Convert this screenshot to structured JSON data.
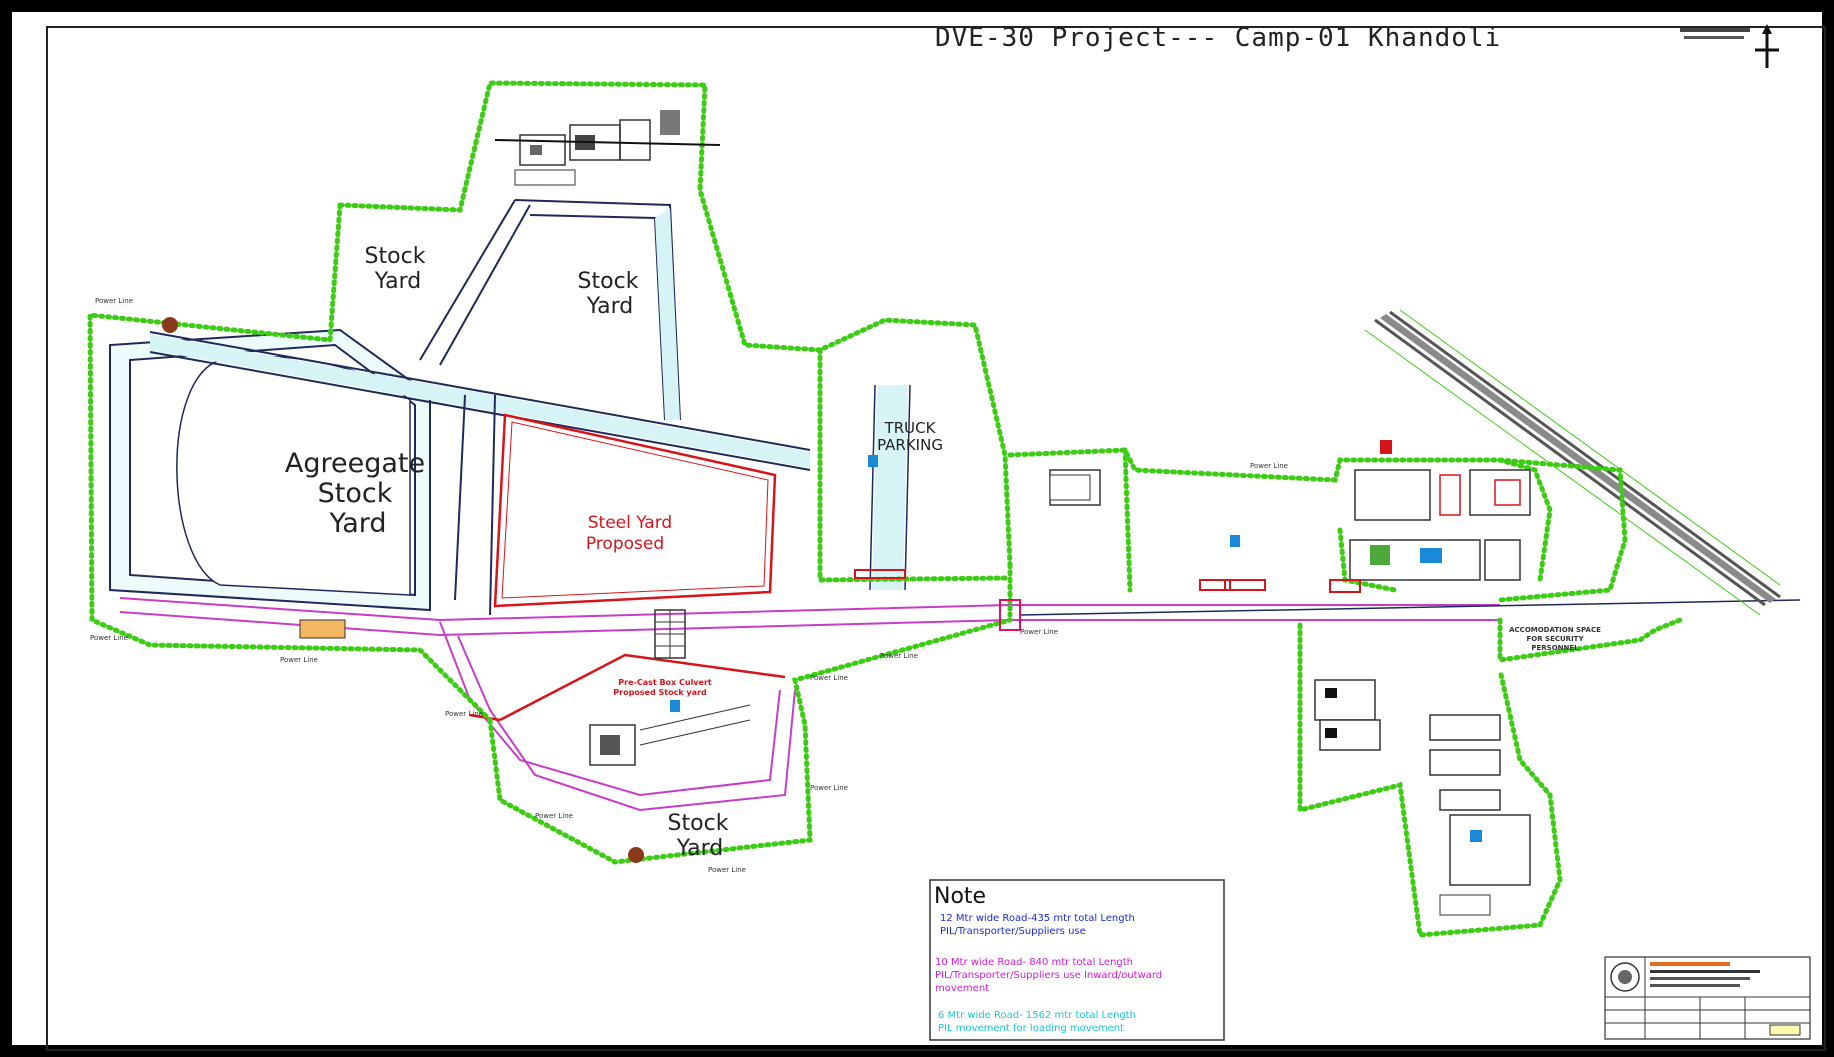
{
  "title": "DVE-30 Project--- Camp-01 Khandoli",
  "zones": {
    "stock_yard_1": [
      "Stock",
      "Yard"
    ],
    "stock_yard_2": [
      "Stock",
      "Yard"
    ],
    "stock_yard_3": [
      "Stock",
      "Yard"
    ],
    "aggregate": [
      "Agreegate",
      "Stock",
      "Yard"
    ],
    "steel_yard": [
      "Steel Yard",
      "Proposed"
    ],
    "truck_parking": [
      "TRUCK",
      "PARKING"
    ],
    "precast": [
      "Pre-Cast Box Culvert",
      "Proposed Stock yard"
    ],
    "accommodation": [
      "ACCOMODATION SPACE",
      "FOR SECURITY",
      "PERSONNEL"
    ]
  },
  "power_line_label": "Power Line",
  "note": {
    "heading": "Note",
    "blue_lines": [
      "12 Mtr wide Road-435 mtr total Length",
      "PIL/Transporter/Suppliers use"
    ],
    "pink_lines": [
      "10 Mtr wide Road- 840 mtr total Length",
      "PIL/Transporter/Suppliers use Inward/outward",
      "movement"
    ],
    "cyan_lines": [
      "6 Mtr wide Road- 1562 mtr total Length",
      "PIL movement for loading movement"
    ]
  },
  "colors": {
    "boundary": "#3dcc14",
    "road_edge": "#1f2a5a",
    "road_fill": "#d6f3f6",
    "pink_road": "#c83cc8",
    "red": "#d8141b",
    "cyan": "#18c8d8",
    "blue": "#1a2ad8"
  }
}
